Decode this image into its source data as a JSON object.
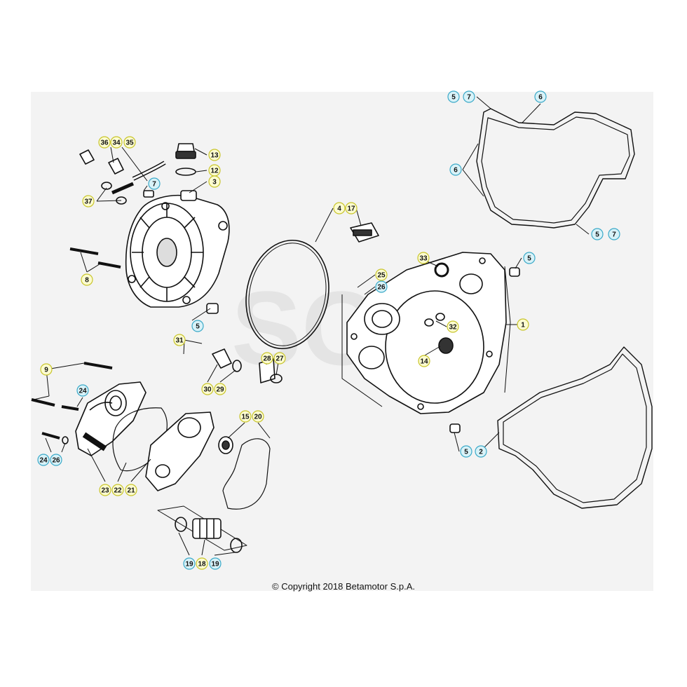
{
  "copyright": "© Copyright 2018 Betamotor S.p.A.",
  "watermark": "SC",
  "colors": {
    "yellow_fill": "#fcfcd0",
    "yellow_stroke": "#c8c42a",
    "cyan_fill": "#d8f2f8",
    "cyan_stroke": "#3aa9c8",
    "line": "#111111",
    "backdrop": "#f3f3f3"
  },
  "callouts": [
    {
      "num": "36",
      "kind": "yellow"
    },
    {
      "num": "34",
      "kind": "yellow"
    },
    {
      "num": "35",
      "kind": "yellow"
    },
    {
      "num": "7",
      "kind": "cyan"
    },
    {
      "num": "37",
      "kind": "yellow"
    },
    {
      "num": "13",
      "kind": "yellow"
    },
    {
      "num": "12",
      "kind": "yellow"
    },
    {
      "num": "3",
      "kind": "yellow"
    },
    {
      "num": "8",
      "kind": "yellow"
    },
    {
      "num": "5",
      "kind": "cyan"
    },
    {
      "num": "4",
      "kind": "yellow"
    },
    {
      "num": "17",
      "kind": "yellow"
    },
    {
      "num": "33",
      "kind": "yellow"
    },
    {
      "num": "5",
      "kind": "cyan"
    },
    {
      "num": "25",
      "kind": "yellow"
    },
    {
      "num": "26",
      "kind": "cyan"
    },
    {
      "num": "1",
      "kind": "yellow"
    },
    {
      "num": "32",
      "kind": "yellow"
    },
    {
      "num": "14",
      "kind": "yellow"
    },
    {
      "num": "31",
      "kind": "yellow"
    },
    {
      "num": "28",
      "kind": "yellow"
    },
    {
      "num": "27",
      "kind": "yellow"
    },
    {
      "num": "30",
      "kind": "yellow"
    },
    {
      "num": "29",
      "kind": "yellow"
    },
    {
      "num": "9",
      "kind": "yellow"
    },
    {
      "num": "24",
      "kind": "cyan"
    },
    {
      "num": "15",
      "kind": "yellow"
    },
    {
      "num": "20",
      "kind": "yellow"
    },
    {
      "num": "24",
      "kind": "cyan"
    },
    {
      "num": "26",
      "kind": "cyan"
    },
    {
      "num": "23",
      "kind": "yellow"
    },
    {
      "num": "22",
      "kind": "yellow"
    },
    {
      "num": "21",
      "kind": "yellow"
    },
    {
      "num": "19",
      "kind": "cyan"
    },
    {
      "num": "18",
      "kind": "yellow"
    },
    {
      "num": "19",
      "kind": "cyan"
    },
    {
      "num": "5",
      "kind": "cyan"
    },
    {
      "num": "7",
      "kind": "cyan"
    },
    {
      "num": "6",
      "kind": "cyan"
    },
    {
      "num": "6",
      "kind": "cyan"
    },
    {
      "num": "5",
      "kind": "cyan"
    },
    {
      "num": "7",
      "kind": "cyan"
    },
    {
      "num": "5",
      "kind": "cyan"
    },
    {
      "num": "2",
      "kind": "cyan"
    }
  ]
}
